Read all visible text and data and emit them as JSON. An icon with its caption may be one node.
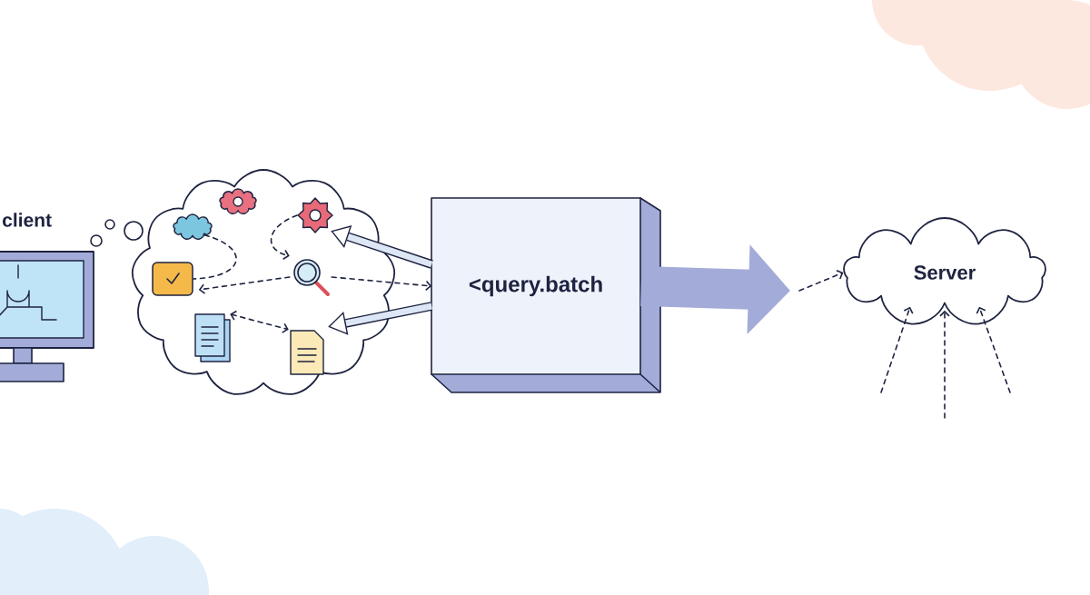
{
  "diagram": {
    "nodes": [
      {
        "text": [],
        "shape": "picture",
        "beside": [
          "client"
        ]
      },
      {
        "text": [],
        "shape": "cloud"
      },
      {
        "text": [],
        "shape": "picture",
        "in": 1
      },
      {
        "text": [],
        "shape": "picture",
        "in": 1
      },
      {
        "text": [],
        "shape": "picture",
        "in": 1
      },
      {
        "text": [],
        "shape": "picture",
        "in": 1
      },
      {
        "text": [],
        "shape": "picture",
        "in": 1
      },
      {
        "text": [],
        "shape": "picture",
        "in": 1
      },
      {
        "text": [],
        "shape": "picture",
        "in": 1
      },
      {
        "text": [
          "<query.batch"
        ]
      },
      {
        "text": [
          "Server"
        ]
      }
    ],
    "edges": [
      {
        "from": 2,
        "to": 5,
        "arrow": "none",
        "style": "dashed"
      },
      {
        "from": 4,
        "to": 6,
        "arrow": "to",
        "style": "dashed"
      },
      {
        "from": 6,
        "to": 5,
        "arrow": "to",
        "style": "dashed"
      },
      {
        "from": 7,
        "to": 8,
        "arrow": "both",
        "style": "dashed"
      },
      {
        "from": 6,
        "to": 9,
        "arrow": "to",
        "style": "dashed"
      },
      {
        "from": 9,
        "to": 4,
        "arrow": "to",
        "style": "thick"
      },
      {
        "from": 9,
        "to": 8,
        "arrow": "to",
        "style": "thick"
      },
      {
        "from": 9,
        "to": null,
        "arrow": "to",
        "style": "thick",
        "color": "#a3acd9"
      },
      {
        "from": null,
        "to": 10,
        "arrow": "to",
        "style": "dashed"
      },
      {
        "from": null,
        "to": 10,
        "arrow": "to",
        "style": "dashed"
      },
      {
        "from": null,
        "to": 10,
        "arrow": "to",
        "style": "dashed"
      },
      {
        "from": null,
        "to": 10,
        "arrow": "to",
        "style": "dashed"
      }
    ]
  }
}
